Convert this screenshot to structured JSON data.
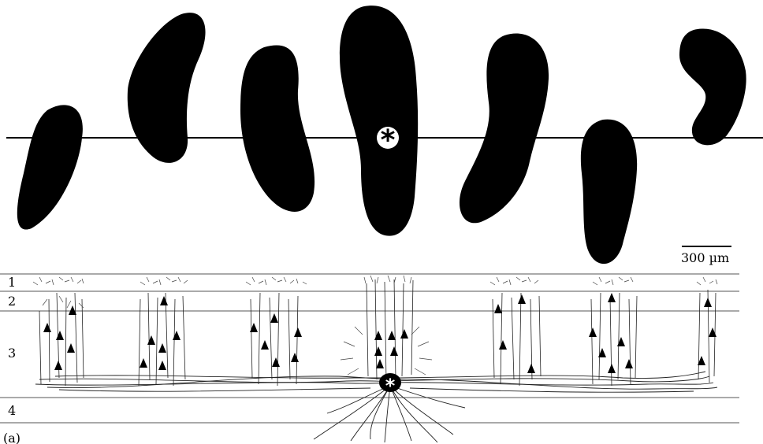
{
  "scale_bar": {
    "label": "300 µm"
  },
  "layers": [
    {
      "label": "1"
    },
    {
      "label": "2"
    },
    {
      "label": "3"
    },
    {
      "label": "4"
    }
  ],
  "panel_label": "(a)",
  "markers": {
    "injection_site": "*"
  }
}
